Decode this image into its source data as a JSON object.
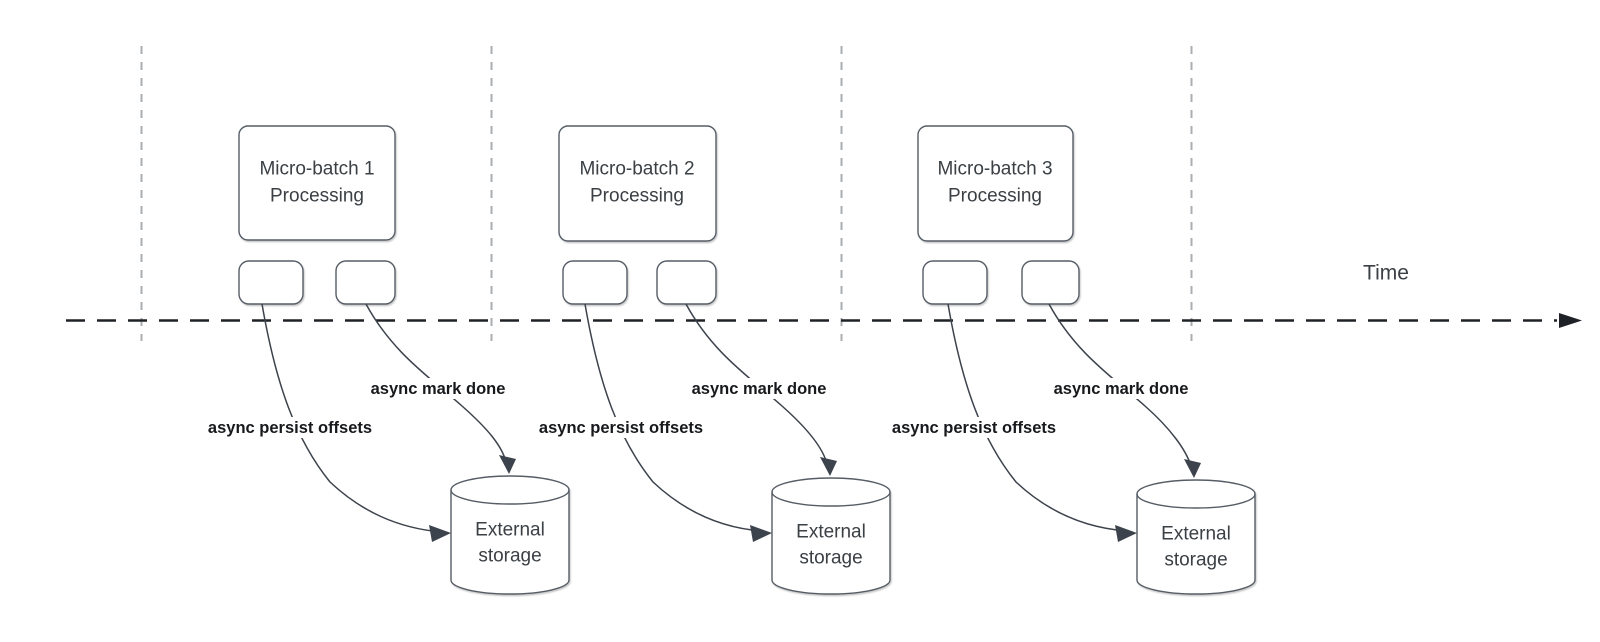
{
  "colors": {
    "background": "#ffffff",
    "lane_line": "#abaeb1",
    "axis_line": "#1e2125",
    "shape_border": "#565d66",
    "shape_text": "#3b4045",
    "flow_line": "#3d434c",
    "label_text": "#17191c"
  },
  "time_axis": {
    "label": "Time"
  },
  "batches": [
    {
      "title": "Micro-batch 1",
      "subtitle": "Processing",
      "persist_label": "async persist offsets",
      "mark_done_label": "async mark done",
      "storage": {
        "line1": "External",
        "line2": "storage"
      }
    },
    {
      "title": "Micro-batch 2",
      "subtitle": "Processing",
      "persist_label": "async persist offsets",
      "mark_done_label": "async mark done",
      "storage": {
        "line1": "External",
        "line2": "storage"
      }
    },
    {
      "title": "Micro-batch 3",
      "subtitle": "Processing",
      "persist_label": "async persist offsets",
      "mark_done_label": "async mark done",
      "storage": {
        "line1": "External",
        "line2": "storage"
      }
    }
  ]
}
